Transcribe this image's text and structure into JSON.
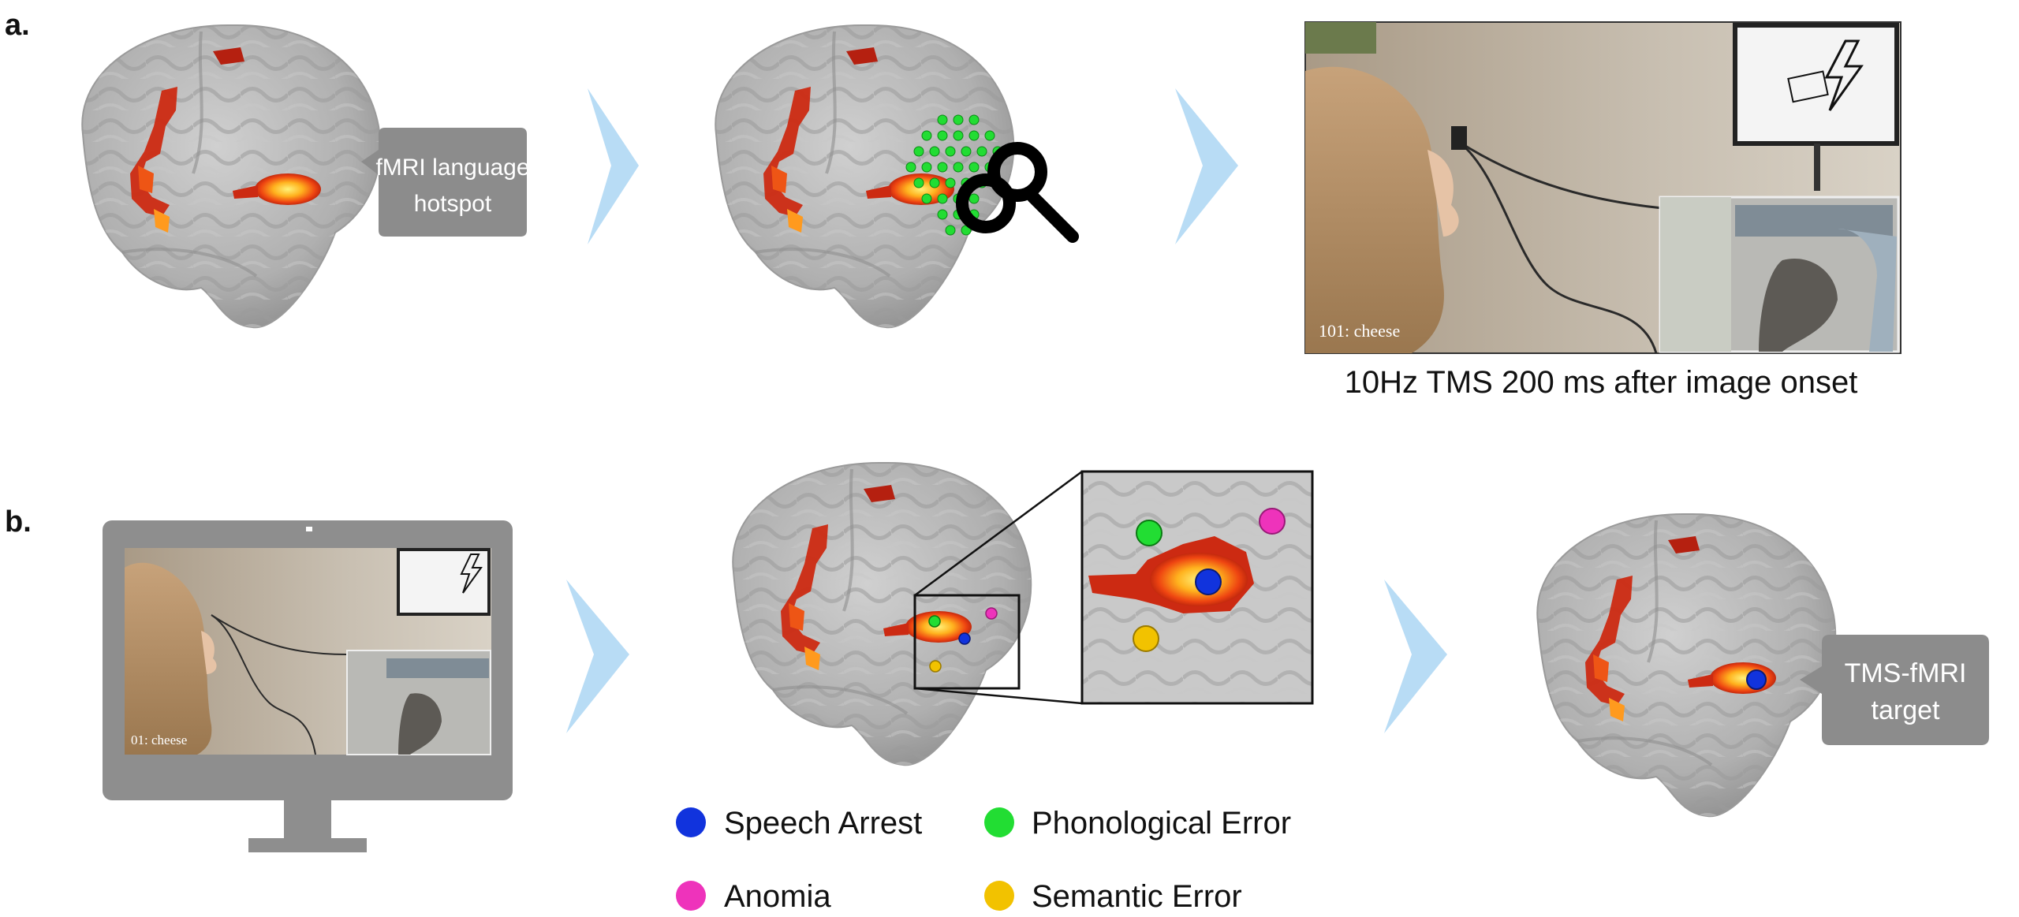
{
  "panels": {
    "a": {
      "letter": "a.",
      "hotspot_callout": [
        "fMRI language",
        "hotspot"
      ],
      "video_label": "101: cheese",
      "caption": "10Hz TMS 200 ms after image onset"
    },
    "b": {
      "letter": "b.",
      "monitor_video_label": "01: cheese",
      "target_callout": [
        "TMS-fMRI",
        "target"
      ]
    }
  },
  "legend": [
    {
      "label": "Speech Arrest",
      "color": "#1133dd"
    },
    {
      "label": "Phonological Error",
      "color": "#22dd33"
    },
    {
      "label": "Anomia",
      "color": "#ee33bb"
    },
    {
      "label": "Semantic Error",
      "color": "#f2c200"
    }
  ],
  "colors": {
    "arrow": "#b8dcf5",
    "brain": "#b5b5b5",
    "callout": "#8c8c8c",
    "activation_hot": "#ffdd33",
    "activation_mid": "#ee4411",
    "activation_dark": "#aa1a0c"
  },
  "icons": [
    "lightning-bolt-icon",
    "figure-8-coil-icon",
    "monitor-icon"
  ]
}
